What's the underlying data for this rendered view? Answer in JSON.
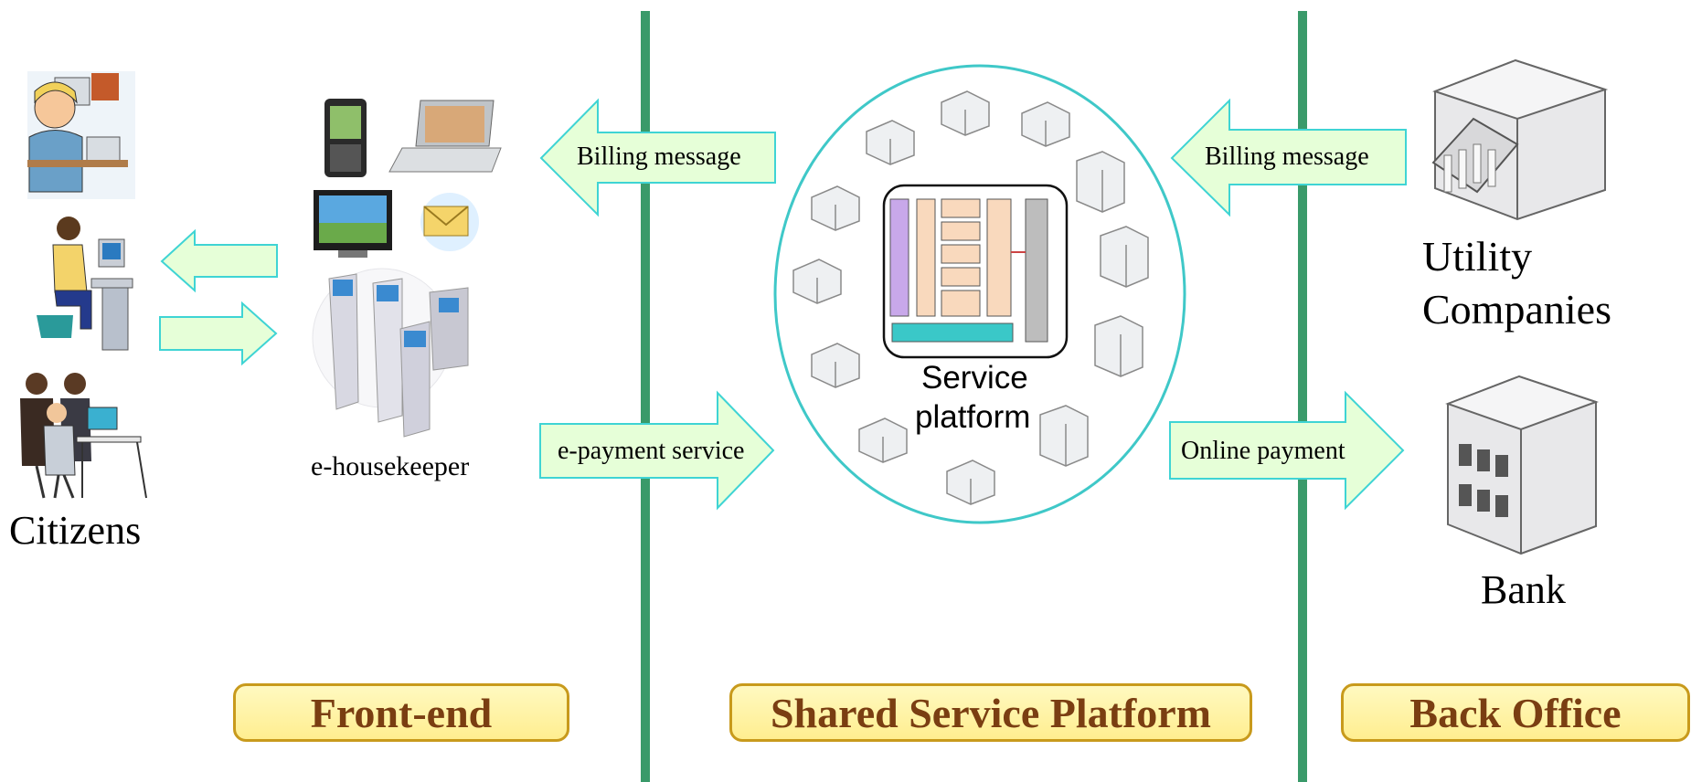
{
  "labels": {
    "citizens": "Citizens",
    "e_housekeeper": "e-housekeeper",
    "service_platform_line1": "Service",
    "service_platform_line2": "platform",
    "utility_line1": "Utility",
    "utility_line2": "Companies",
    "bank": "Bank"
  },
  "arrows": {
    "billing_left": "Billing message",
    "billing_right": "Billing message",
    "epayment": "e-payment service",
    "online_payment": "Online payment"
  },
  "zones": {
    "front_end": "Front-end",
    "shared": "Shared Service Platform",
    "back_office": "Back Office"
  },
  "colors": {
    "divider": "#3a9a6a",
    "arrow_fill": "#e6ffd8",
    "arrow_stroke": "#3fd4d4",
    "ellipse_stroke": "#3fc8c8"
  }
}
